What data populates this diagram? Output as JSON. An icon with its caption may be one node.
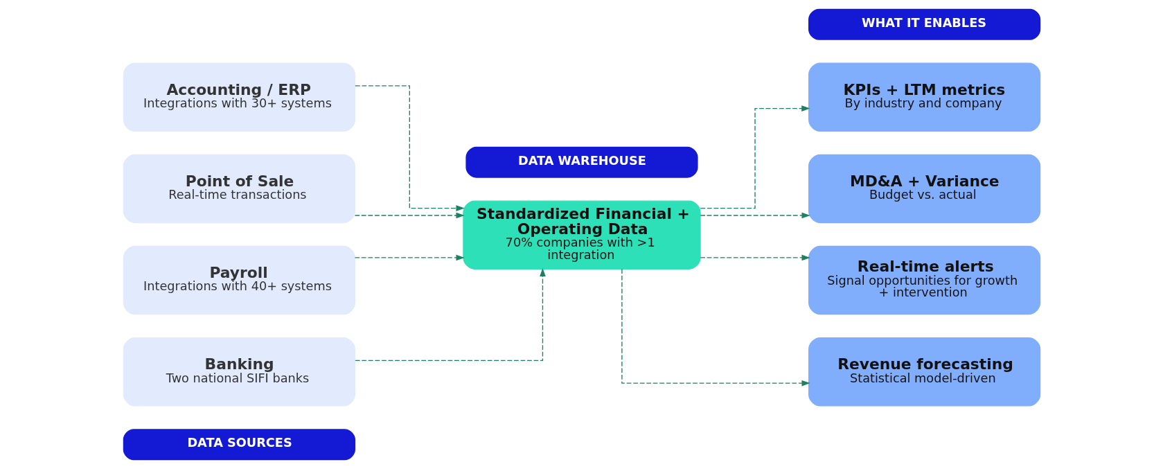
{
  "diagram": {
    "nodes": [
      {
        "text": [
          "DATA SOURCES"
        ]
      },
      {
        "text": [
          "DATA WAREHOUSE"
        ]
      },
      {
        "text": [
          "WHAT IT ENABLES"
        ]
      },
      {
        "text": [
          "Accounting / ERP",
          "Integrations with 30+ systems"
        ]
      },
      {
        "text": [
          "Point of Sale",
          "Real-time transactions"
        ]
      },
      {
        "text": [
          "Payroll",
          "Integrations with 40+ systems"
        ]
      },
      {
        "text": [
          "Banking",
          "Two national SIFI banks"
        ]
      },
      {
        "text": [
          "Standardized Financial + Operating Data",
          "70% companies with >1 integration"
        ]
      },
      {
        "text": [
          "KPIs + LTM metrics",
          "By industry and company"
        ]
      },
      {
        "text": [
          "MD&A + Variance",
          "Budget vs. actual"
        ]
      },
      {
        "text": [
          "Real-time alerts",
          "Signal opportunities for growth + intervention"
        ]
      },
      {
        "text": [
          "Revenue forecasting",
          "Statistical model-driven"
        ]
      }
    ],
    "edges": [
      {
        "from": 3,
        "to": 7,
        "arrow": "to",
        "style": "dashed"
      },
      {
        "from": 4,
        "to": 7,
        "arrow": "to",
        "style": "dashed"
      },
      {
        "from": 5,
        "to": 7,
        "arrow": "to",
        "style": "dashed"
      },
      {
        "from": 6,
        "to": 7,
        "arrow": "to",
        "style": "dashed"
      },
      {
        "from": 7,
        "to": 8,
        "arrow": "to",
        "style": "dashed"
      },
      {
        "from": 7,
        "to": 9,
        "arrow": "to",
        "style": "dashed"
      },
      {
        "from": 7,
        "to": 10,
        "arrow": "to",
        "style": "dashed"
      },
      {
        "from": 7,
        "to": 11,
        "arrow": "to",
        "style": "dashed"
      }
    ]
  }
}
